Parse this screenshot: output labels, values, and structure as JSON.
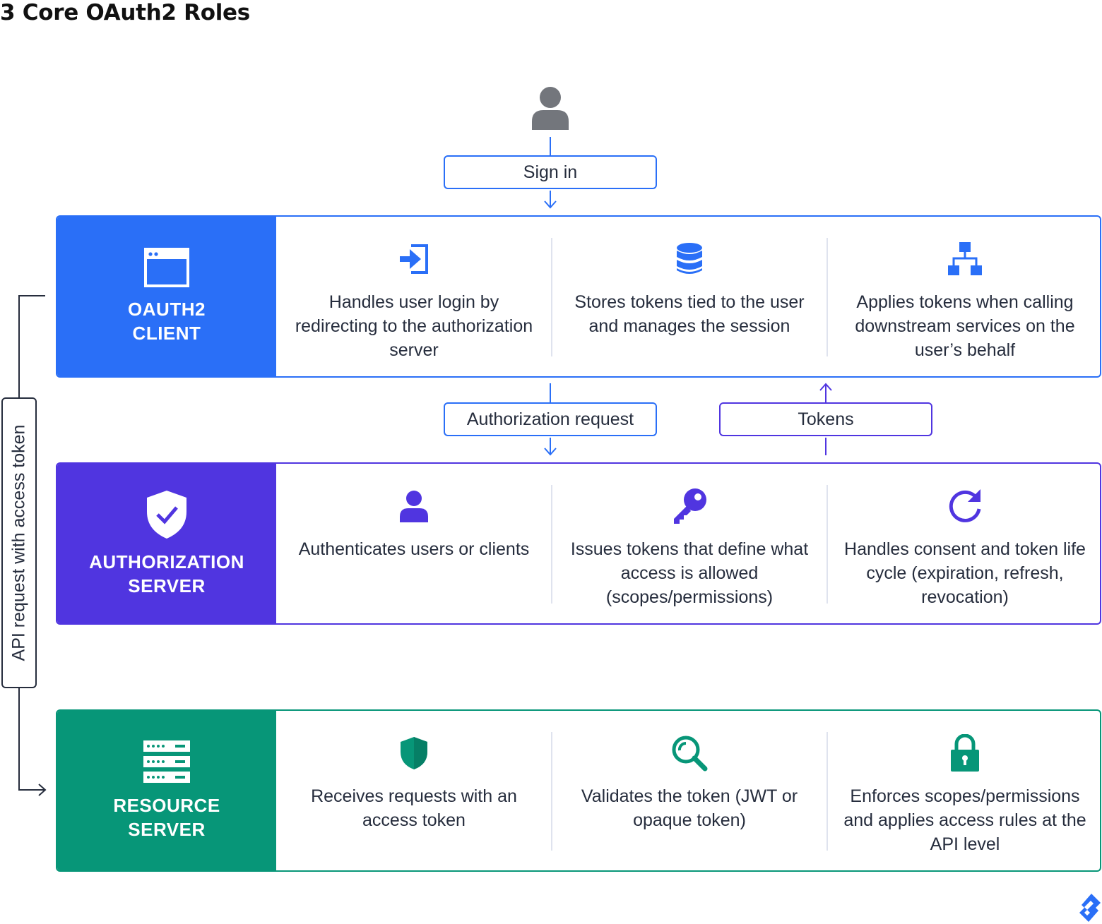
{
  "title": "3 Core OAuth2 Roles",
  "colors": {
    "client": "#2a6ff7",
    "auth": "#5035e0",
    "resource": "#079678",
    "connector": "#262d3d",
    "user_icon": "#73767c"
  },
  "user_icon": "user-icon",
  "flow": {
    "sign_in": "Sign in",
    "authorization_request": "Authorization request",
    "tokens": "Tokens",
    "api_request": "API request with access token"
  },
  "rows": {
    "client": {
      "label": "OAUTH2\nCLIENT",
      "icon": "browser-window-icon",
      "cells": [
        {
          "icon": "login-arrow-icon",
          "text": "Handles user login by redirecting to the authorization server"
        },
        {
          "icon": "database-icon",
          "text": "Stores tokens tied to the user and manages the session"
        },
        {
          "icon": "hierarchy-icon",
          "text": "Applies tokens when calling downstream services on the user’s behalf"
        }
      ]
    },
    "auth": {
      "label": "AUTHORIZATION\nSERVER",
      "icon": "shield-check-icon",
      "cells": [
        {
          "icon": "user-icon",
          "text": "Authenticates users or clients"
        },
        {
          "icon": "key-icon",
          "text": "Issues tokens that define what access is allowed (scopes/permissions)"
        },
        {
          "icon": "refresh-icon",
          "text": "Handles consent and token life cycle (expiration, refresh, revocation)"
        }
      ]
    },
    "resource": {
      "label": "RESOURCE\nSERVER",
      "icon": "server-rack-icon",
      "cells": [
        {
          "icon": "shield-icon",
          "text": "Receives requests with an access token"
        },
        {
          "icon": "search-icon",
          "text": "Validates the token (JWT or opaque token)"
        },
        {
          "icon": "lock-icon",
          "text": "Enforces scopes/permissions and applies access rules at the API level"
        }
      ]
    }
  },
  "brand_logo": "toptal-logo-icon"
}
